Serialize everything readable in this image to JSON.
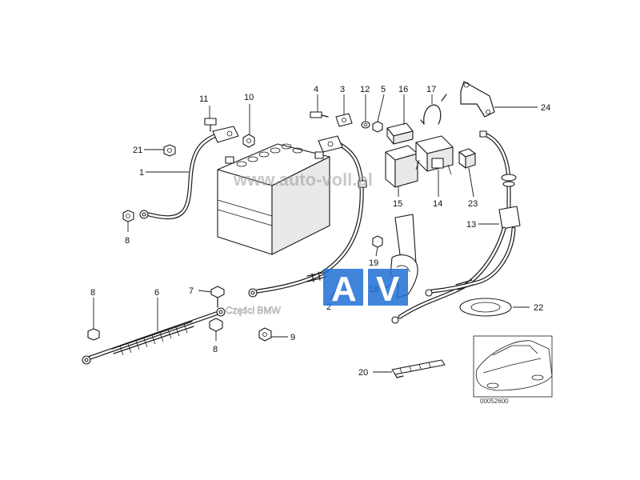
{
  "watermark": {
    "site": "www.auto-voll.pl",
    "logo_left": "A",
    "logo_right": "V",
    "caption": "Części BMW",
    "logo_color": "#1f6fd6"
  },
  "diagram_code": "00052600",
  "callouts": [
    {
      "id": "c11",
      "label": "11"
    },
    {
      "id": "c10",
      "label": "10"
    },
    {
      "id": "c21",
      "label": "21"
    },
    {
      "id": "c1",
      "label": "1"
    },
    {
      "id": "c8a",
      "label": "8"
    },
    {
      "id": "c4",
      "label": "4"
    },
    {
      "id": "c3",
      "label": "3"
    },
    {
      "id": "c12",
      "label": "12"
    },
    {
      "id": "c5",
      "label": "5"
    },
    {
      "id": "c16",
      "label": "16"
    },
    {
      "id": "c17",
      "label": "17"
    },
    {
      "id": "c24",
      "label": "24"
    },
    {
      "id": "c15",
      "label": "15"
    },
    {
      "id": "c14",
      "label": "14"
    },
    {
      "id": "c23",
      "label": "23"
    },
    {
      "id": "c13",
      "label": "13"
    },
    {
      "id": "c19",
      "label": "19"
    },
    {
      "id": "c18",
      "label": "18"
    },
    {
      "id": "c2",
      "label": "2"
    },
    {
      "id": "c22",
      "label": "22"
    },
    {
      "id": "c7",
      "label": "7"
    },
    {
      "id": "c6",
      "label": "6"
    },
    {
      "id": "c8b",
      "label": "8"
    },
    {
      "id": "c8c",
      "label": "8"
    },
    {
      "id": "c9",
      "label": "9"
    },
    {
      "id": "c20",
      "label": "20"
    }
  ]
}
